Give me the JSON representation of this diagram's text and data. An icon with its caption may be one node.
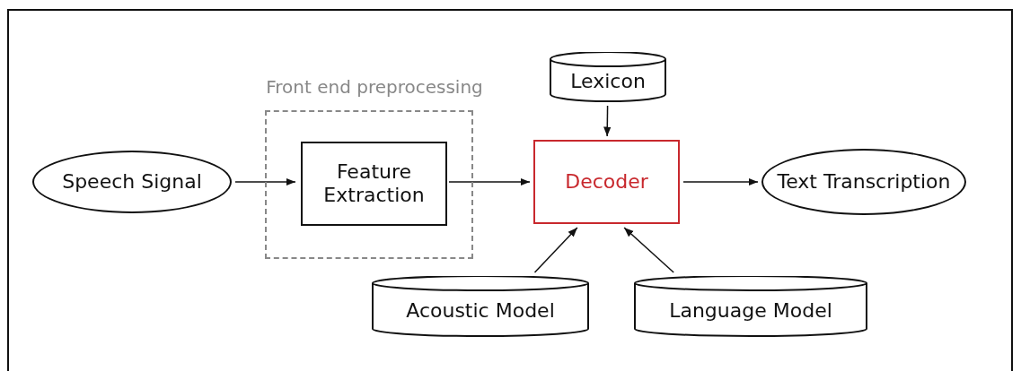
{
  "diagram": {
    "nodes": [
      {
        "text": [
          "Speech Signal"
        ]
      },
      {
        "text": [
          "Front end preprocessing"
        ]
      },
      {
        "text": [
          "Feature Extraction"
        ],
        "in": 1
      },
      {
        "text": [
          "Lexicon"
        ]
      },
      {
        "text": [
          "Decoder"
        ]
      },
      {
        "text": [
          "Text Transcription"
        ]
      },
      {
        "text": [
          "Acoustic Model"
        ]
      },
      {
        "text": [
          "Language Model"
        ]
      }
    ],
    "edges": [
      {
        "from": 0,
        "to": 2,
        "arrow": "to"
      },
      {
        "from": 2,
        "to": 4,
        "arrow": "to"
      },
      {
        "from": 3,
        "to": 4,
        "arrow": "to"
      },
      {
        "from": 4,
        "to": 5,
        "arrow": "to"
      },
      {
        "from": 6,
        "to": 4,
        "arrow": "to"
      },
      {
        "from": 7,
        "to": 4,
        "arrow": "to"
      }
    ]
  }
}
